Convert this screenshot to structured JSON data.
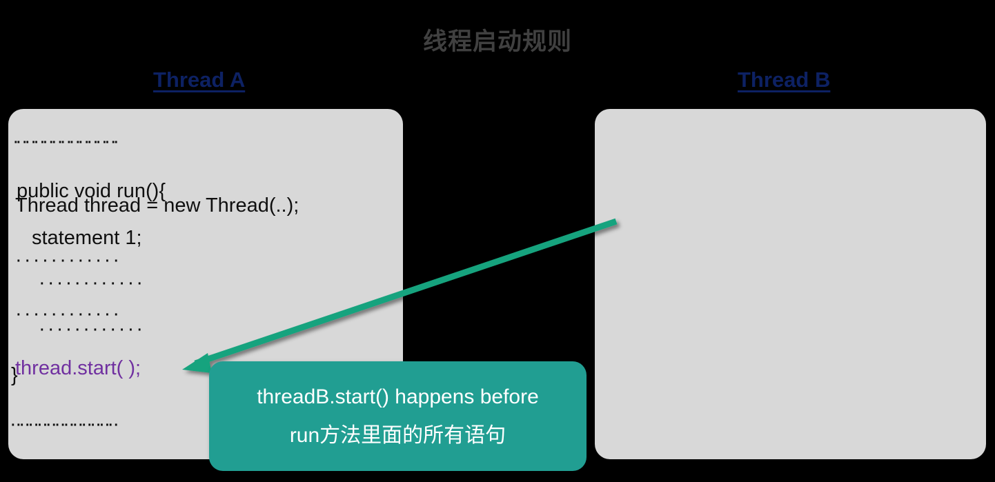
{
  "slide": {
    "title": "线程启动规则",
    "background_color": "#000000",
    "title_color": "#404040"
  },
  "columns": {
    "left": {
      "heading": "Thread A",
      "heading_color": "#0d2163",
      "panel_color": "#d8d8d8",
      "lines": [
        {
          "text": "············",
          "style": "dots"
        },
        {
          "text": "Thread thread = new Thread(..);",
          "style": "code"
        },
        {
          "text": "············",
          "style": "dots"
        },
        {
          "text": "············",
          "style": "dots"
        },
        {
          "text": "thread.start( );",
          "style": "code-purple"
        },
        {
          "text": "············",
          "style": "dots"
        }
      ]
    },
    "right": {
      "heading": "Thread B",
      "heading_color": "#0d2163",
      "panel_color": "#d8d8d8",
      "lines": [
        {
          "text": "············",
          "style": "dots"
        },
        {
          "text": "public void run(){",
          "style": "code"
        },
        {
          "text": "statement 1;",
          "style": "code"
        },
        {
          "text": "············",
          "style": "dots"
        },
        {
          "text": "············",
          "style": "dots"
        },
        {
          "text": "}",
          "style": "code"
        },
        {
          "text": "············",
          "style": "dots"
        }
      ]
    }
  },
  "callout": {
    "line1": "threadB.start() happens before",
    "line2": "run方法里面的所有语句",
    "background_color": "#219e92",
    "text_color": "#ffffff"
  },
  "arrow": {
    "color": "#17a37e",
    "name": "happens-before-arrow",
    "from": "statement 1; (Thread B)",
    "to": "thread.start( ); (Thread A)"
  },
  "accent_colors": {
    "purple_code": "#7030a0",
    "heading_navy": "#0d2163",
    "teal": "#219e92",
    "green_arrow": "#17a37e"
  }
}
